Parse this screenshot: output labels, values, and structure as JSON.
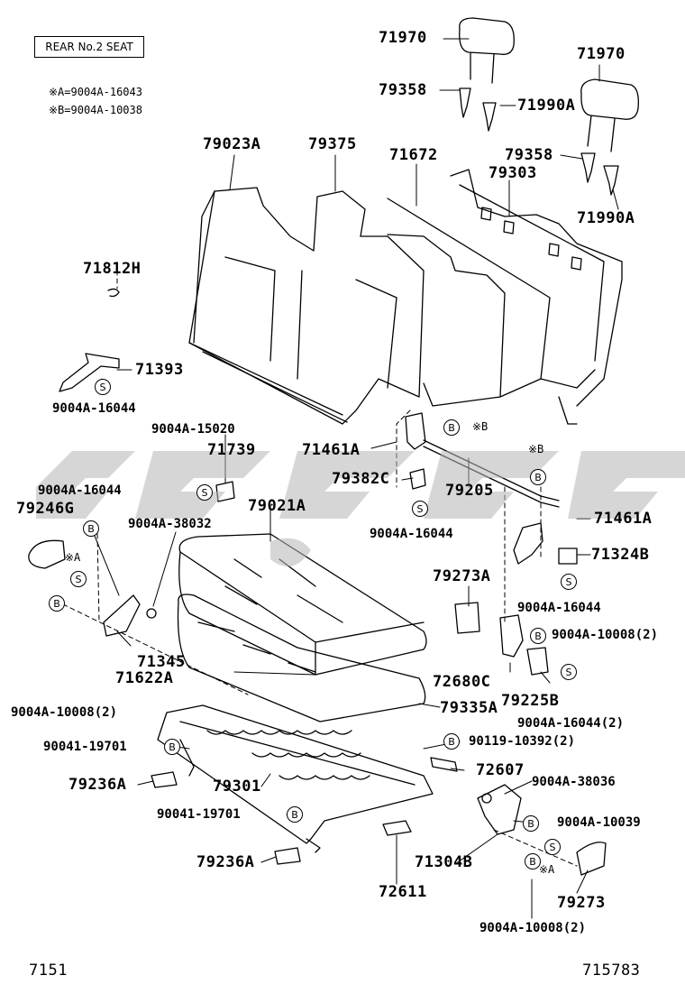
{
  "title": "REAR No.2 SEAT",
  "notes": [
    {
      "id": "note-a",
      "text": "※A=9004A-16043"
    },
    {
      "id": "note-b",
      "text": "※B=9004A-10038"
    }
  ],
  "markers": {
    "S": "S",
    "B": "B",
    "star_a": "※A",
    "star_b": "※B"
  },
  "parts": [
    {
      "id": "p71970a",
      "text": "71970"
    },
    {
      "id": "p79358a",
      "text": "79358"
    },
    {
      "id": "p71990a_1",
      "text": "71990A"
    },
    {
      "id": "p71970b",
      "text": "71970"
    },
    {
      "id": "p79358b",
      "text": "79358"
    },
    {
      "id": "p79303",
      "text": "79303"
    },
    {
      "id": "p71990a_2",
      "text": "71990A"
    },
    {
      "id": "p79023a",
      "text": "79023A"
    },
    {
      "id": "p79375",
      "text": "79375"
    },
    {
      "id": "p71672",
      "text": "71672"
    },
    {
      "id": "p71812h",
      "text": "71812H"
    },
    {
      "id": "p71393",
      "text": "71393"
    },
    {
      "id": "p9004a16044_1",
      "text": "9004A-16044"
    },
    {
      "id": "p9004a15020",
      "text": "9004A-15020"
    },
    {
      "id": "p71739",
      "text": "71739"
    },
    {
      "id": "p71461a_1",
      "text": "71461A"
    },
    {
      "id": "p79382c",
      "text": "79382C"
    },
    {
      "id": "p79205",
      "text": "79205"
    },
    {
      "id": "p71461a_2",
      "text": "71461A"
    },
    {
      "id": "p9004a16044_2",
      "text": "9004A-16044"
    },
    {
      "id": "p79246g",
      "text": "79246G"
    },
    {
      "id": "p79021a",
      "text": "79021A"
    },
    {
      "id": "p9004a38032",
      "text": "9004A-38032"
    },
    {
      "id": "p9004a16044_3",
      "text": "9004A-16044"
    },
    {
      "id": "p71324b",
      "text": "71324B"
    },
    {
      "id": "p79273a",
      "text": "79273A"
    },
    {
      "id": "p9004a16044_4",
      "text": "9004A-16044"
    },
    {
      "id": "p9004a10008_1",
      "text": "9004A-10008(2)"
    },
    {
      "id": "p71345",
      "text": "71345"
    },
    {
      "id": "p71622a",
      "text": "71622A"
    },
    {
      "id": "p72680c",
      "text": "72680C"
    },
    {
      "id": "p79225b",
      "text": "79225B"
    },
    {
      "id": "p9004a10008_2",
      "text": "9004A-10008(2)"
    },
    {
      "id": "p79335a",
      "text": "79335A"
    },
    {
      "id": "p9004a16044_5",
      "text": "9004A-16044(2)"
    },
    {
      "id": "p90041_1",
      "text": "90041-19701"
    },
    {
      "id": "p90119",
      "text": "90119-10392(2)"
    },
    {
      "id": "p72607",
      "text": "72607"
    },
    {
      "id": "p79236a_1",
      "text": "79236A"
    },
    {
      "id": "p79301",
      "text": "79301"
    },
    {
      "id": "p9004a38036",
      "text": "9004A-38036"
    },
    {
      "id": "p90041_2",
      "text": "90041-19701"
    },
    {
      "id": "p9004a10039",
      "text": "9004A-10039"
    },
    {
      "id": "p79236a_2",
      "text": "79236A"
    },
    {
      "id": "p71304b",
      "text": "71304B"
    },
    {
      "id": "p72611",
      "text": "72611"
    },
    {
      "id": "p79273",
      "text": "79273"
    },
    {
      "id": "p9004a10008_3",
      "text": "9004A-10008(2)"
    }
  ],
  "footer": {
    "left": "7151",
    "right": "715783"
  }
}
